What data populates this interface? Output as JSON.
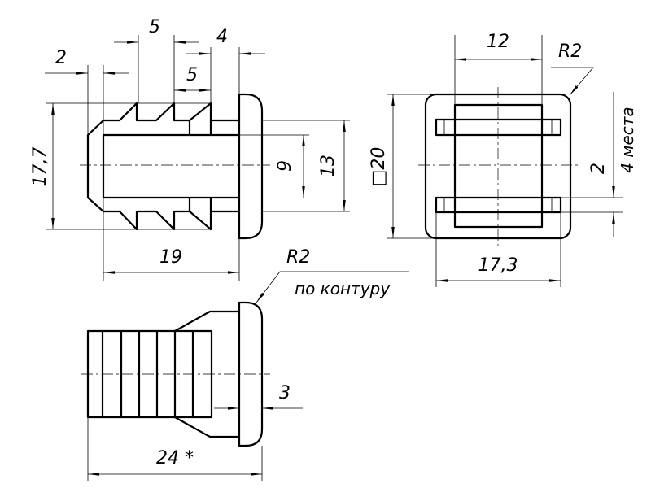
{
  "drawing": {
    "front_view": {
      "dim_chamfer": "2",
      "dim_tooth_pitch": "5",
      "dim_tooth_pitch_2": "5",
      "dim_collar_gap": "4",
      "dim_overall_height": "17,7",
      "dim_bore": "9",
      "dim_body": "13",
      "dim_length": "19"
    },
    "side_view": {
      "dim_inner_width": "12",
      "dim_corner_radius": "R2",
      "dim_square": "□20",
      "dim_rib_width": "17,3",
      "dim_rib_thickness": "2",
      "note_places": "4 места"
    },
    "bottom_view": {
      "dim_radius": "R2",
      "note_contour": "по контуру",
      "dim_flange": "3",
      "dim_total_length": "24 *"
    }
  }
}
